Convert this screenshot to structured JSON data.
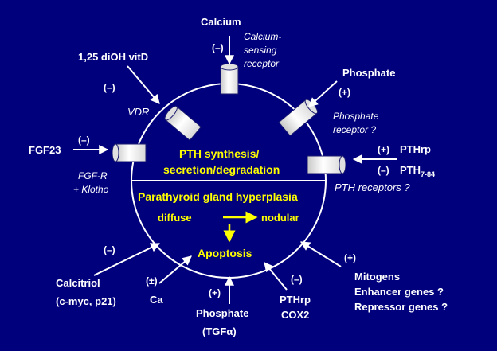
{
  "colors": {
    "background": "#00007d",
    "foreground": "#ffffff",
    "highlight": "#ffff00"
  },
  "inputs": {
    "calcium": "Calcium",
    "calcium_sign": "(–)",
    "calcium_receptor": [
      "Calcium-",
      "sensing",
      "receptor"
    ],
    "vitd": "1,25 diOH vitD",
    "vitd_sign": "(–)",
    "vdr": "VDR",
    "phosphate_top": "Phosphate",
    "phosphate_top_sign": "(+)",
    "phosphate_receptor": [
      "Phosphate",
      "receptor ?"
    ],
    "fgf23": "FGF23",
    "fgf23_sign": "(–)",
    "fgf_receptor": [
      "FGF-R",
      "+ Klotho"
    ],
    "pthrp_right": "PTHrp",
    "pthrp_right_sign": "(+)",
    "pth_fragment": "PTH",
    "pth_fragment_sub": "7-84",
    "pth_fragment_sign": "(–)",
    "pth_receptors": "PTH receptors ?"
  },
  "gland": {
    "top_lines": [
      "PTH synthesis/",
      "secretion/degradation"
    ],
    "hyperplasia": "Parathyroid gland hyperplasia",
    "diffuse": "diffuse",
    "nodular": "nodular",
    "apoptosis": "Apoptosis"
  },
  "bottom_inputs": {
    "calcitriol_sign": "(–)",
    "calcitriol": [
      "Calcitriol",
      "(c-myc, p21)"
    ],
    "ca_sign": "(±)",
    "ca": "Ca",
    "phosphate_sign": "(+)",
    "phosphate": [
      "Phosphate",
      "(TGFα)"
    ],
    "pthrp_sign": "(–)",
    "pthrp_cox": [
      "PTHrp",
      "COX2"
    ],
    "mitogens_sign": "(+)",
    "mitogens": [
      "Mitogens",
      "Enhancer genes ?",
      "Repressor genes ?"
    ]
  }
}
